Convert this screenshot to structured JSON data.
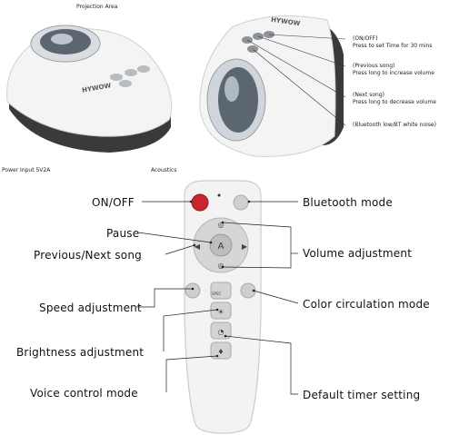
{
  "projector": {
    "projection_area": "Projection Area",
    "power_input": "Power Input 5V2A",
    "acoustics": "Acoustics",
    "brand": "HYWOW"
  },
  "side_notes": {
    "on_off_title": "(ON/OFF)",
    "on_off_desc": "Press to set Time for 30 mins",
    "prev_title": "(Previous song)",
    "prev_desc": "Press long to increase volume",
    "next_title": "(Next song)",
    "next_desc": "Press long to decrease volume",
    "bt": "(Bluetooth low/BT white noise)"
  },
  "remote": {
    "on_off": "ON/OFF",
    "bluetooth_mode": "Bluetooth mode",
    "pause": "Pause",
    "previous_next_song": "Previous/Next song",
    "volume_adjustment": "Volume adjustment",
    "speed_adjustment": "Speed adjustment",
    "color_circulation_mode": "Color circulation mode",
    "brightness_adjustment": "Brightness adjustment",
    "voice_control_mode": "Voice control mode",
    "default_timer_setting": "Default timer setting",
    "spec_label": "SPEC"
  },
  "colors": {
    "power_button": "#c8262c",
    "body_dark": "#3a3a3a"
  }
}
